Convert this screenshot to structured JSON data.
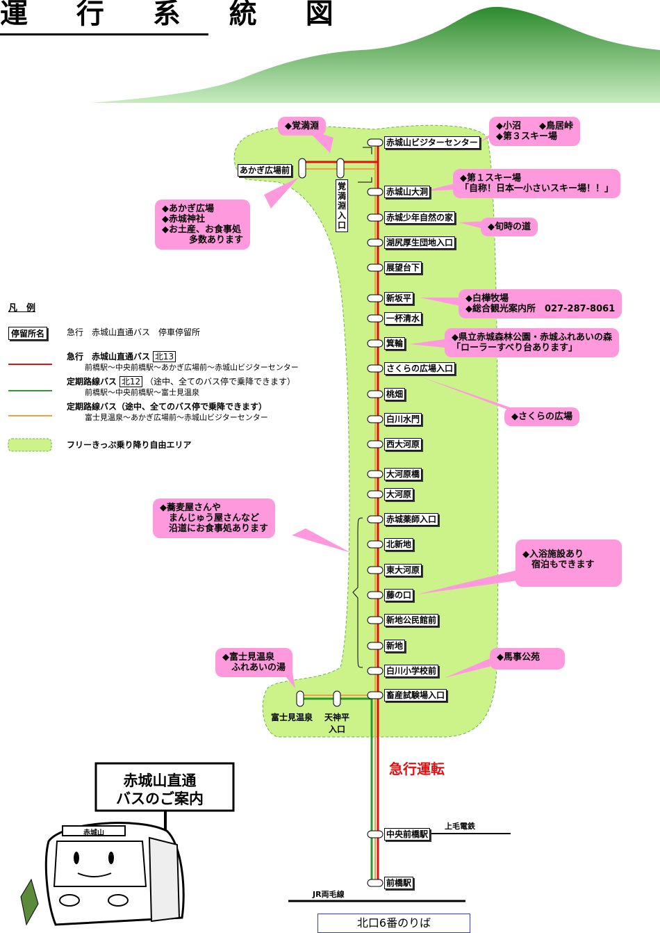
{
  "title": "運 行 系 統 図",
  "stops": [
    {
      "label": "赤城山ビジターセンター"
    },
    {
      "label": "赤城山大洞"
    },
    {
      "label": "赤城少年自然の家"
    },
    {
      "label": "湖尻厚生団地入口"
    },
    {
      "label": "展望台下"
    },
    {
      "label": "新坂平"
    },
    {
      "label": "一杯清水"
    },
    {
      "label": "箕輪"
    },
    {
      "label": "さくらの広場入口"
    },
    {
      "label": "桃畑"
    },
    {
      "label": "白川水門"
    },
    {
      "label": "西大河原"
    },
    {
      "label": "大河原橋"
    },
    {
      "label": "大河原"
    },
    {
      "label": "赤城薬師入口"
    },
    {
      "label": "北新地"
    },
    {
      "label": "東大河原"
    },
    {
      "label": "藤の口"
    },
    {
      "label": "新地公民館前"
    },
    {
      "label": "新地"
    },
    {
      "label": "白川小学校前"
    },
    {
      "label": "畜産試験場入口"
    },
    {
      "label": "中央前橋駅"
    },
    {
      "label": "前橋駅"
    }
  ],
  "side_stops": {
    "akagi_hiroba": "あかぎ広場前",
    "kakumanbuchi_iriguchi": "覚満淵入口",
    "fujimi_onsen": "富士見温泉",
    "tenjindaira": "天神平\n入口"
  },
  "callouts": {
    "kakumanbuchi": "◆覚満淵",
    "konuma": "◆小沼　　◆鳥居峠\n◆第３スキー場",
    "ski1": "◆第１スキー場\n「自称！日本一小さいスキー場！！」",
    "akagi_hiroba": "◆あかぎ広場\n◆赤城神社\n◆お土産、お食事処\n　　　多数あります",
    "shunji": "◆旬時の道",
    "shirakaba": "◆白樺牧場\n◆総合観光案内所　027-287-8061",
    "kenritsu": "◆県立赤城森林公園・赤城ふれあいの森\n「ローラーすべり台あります」",
    "sakura": "◆さくらの広場",
    "soba": "◆蕎麦屋さんや\n　まんじゅう屋さんなど\n　沿道にお食事処あります",
    "nyuyoku": "◆入浴施設あり\n　宿泊もできます",
    "fujimi": "◆富士見温泉\n　ふれあいの湯",
    "bajikoen": "◆馬事公苑"
  },
  "legend": {
    "title": "凡　例",
    "stop_box": "停留所名",
    "stop_desc": "急行　赤城山直通バス　停車停留所",
    "red_line_1": "急行　赤城山直通バス",
    "red_code": "北13",
    "red_line_2": "前橋駅～中央前橋駅～あかぎ広場前～赤城山ビジターセンター",
    "green_line_1": "定期路線バス",
    "green_code": "北12",
    "green_note": "（途中、全てのバス停で乗降できます）",
    "green_line_2": "前橋駅～中央前橋駅～富士見温泉",
    "orange_line_1": "定期路線バス（途中、全てのバス停で乗降できます）",
    "orange_line_2": "富士見温泉～あかぎ広場前～赤城山ビジターセンター",
    "free_area": "フリーきっぷ乗り降り自由エリア"
  },
  "express_label": "急行運転",
  "rail_jomo": "上毛電鉄",
  "rail_jr": "JR両毛線",
  "platform": "北口6番のりば",
  "sign": "赤城山直通\nバスのご案内",
  "bus_sign": "赤城山",
  "colors": {
    "express": "#e01010",
    "route_green": "#2a9a2a",
    "route_orange": "#f0a040",
    "free_area": "#ccf28a",
    "callout": "#ff99dd",
    "mountain": "#3a9a3a"
  }
}
